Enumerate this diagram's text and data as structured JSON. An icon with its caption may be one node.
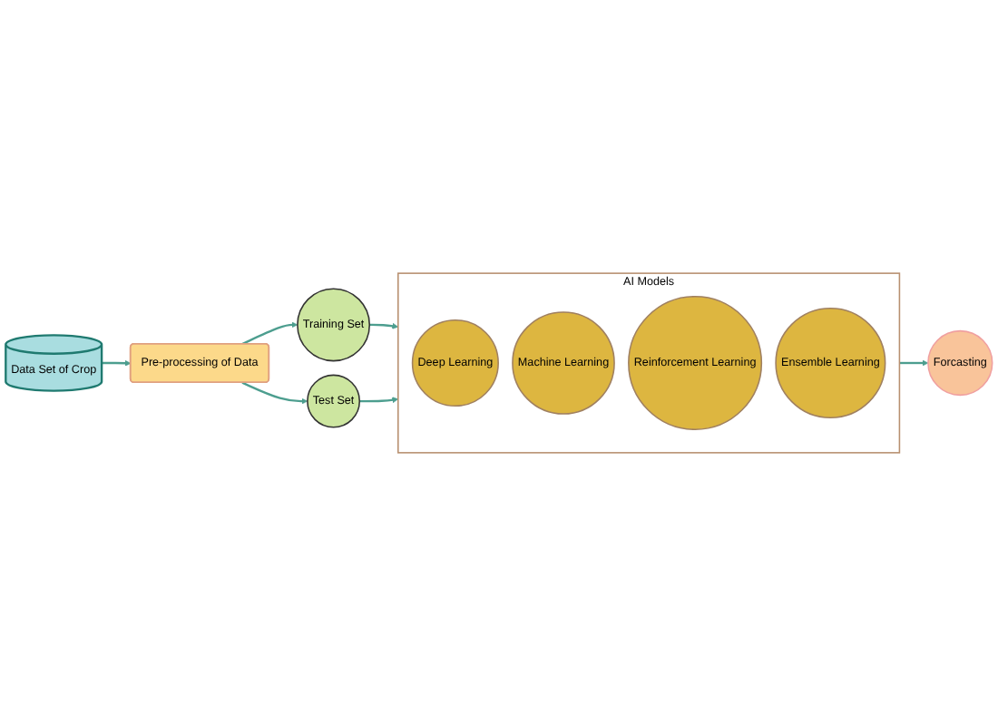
{
  "diagram": {
    "nodes": [
      {
        "text": [
          "Data Set of Crop"
        ]
      },
      {
        "text": [
          "Pre-processing of Data"
        ]
      },
      {
        "text": [
          "Training Set"
        ]
      },
      {
        "text": [
          "Test Set"
        ]
      },
      {
        "text": [
          "AI Models"
        ]
      },
      {
        "text": [
          "Deep Learning"
        ],
        "in": 4
      },
      {
        "text": [
          "Machine Learning"
        ],
        "in": 4
      },
      {
        "text": [
          "Reinforcement Learning"
        ],
        "in": 4
      },
      {
        "text": [
          "Ensemble Learning"
        ],
        "in": 4
      },
      {
        "text": [
          "Forcasting"
        ]
      }
    ],
    "edges": [
      {
        "from": 0,
        "to": 1,
        "arrow": "to"
      },
      {
        "from": 1,
        "to": 2,
        "arrow": "to"
      },
      {
        "from": 1,
        "to": 3,
        "arrow": "to"
      },
      {
        "from": 2,
        "to": 4,
        "arrow": "to"
      },
      {
        "from": 3,
        "to": 4,
        "arrow": "to"
      },
      {
        "from": 4,
        "to": 9,
        "arrow": "to"
      }
    ]
  }
}
